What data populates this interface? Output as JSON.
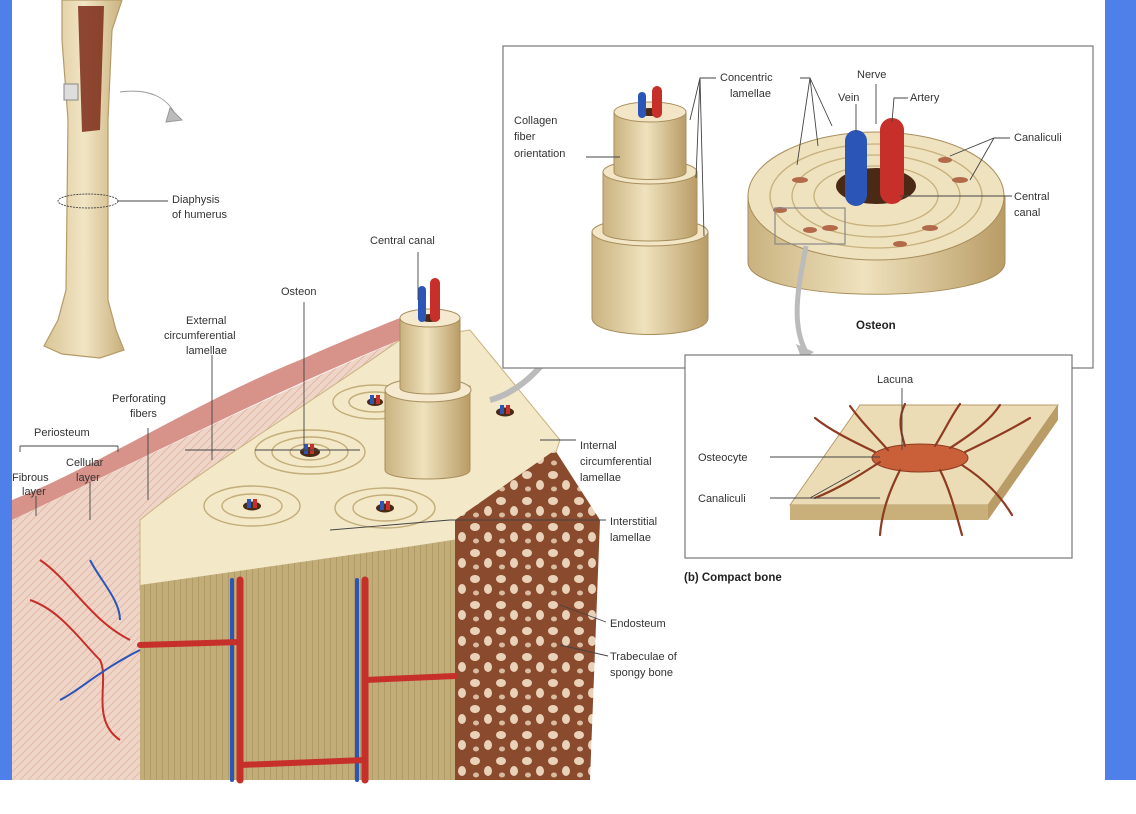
{
  "colors": {
    "frame_blue": "#4f7fe8",
    "bone": "#e7d7ae",
    "bone_dark": "#b89a63",
    "spongy": "#8a4a2e",
    "artery": "#c62f2a",
    "vein": "#2c55b8",
    "periosteum": "#d7928a"
  },
  "labels": {
    "diaphysis": [
      "Diaphysis",
      "of humerus"
    ],
    "central_canal_main": "Central canal",
    "osteon_main": "Osteon",
    "external_circ": [
      "External",
      "circumferential",
      "lamellae"
    ],
    "perforating": [
      "Perforating",
      "fibers"
    ],
    "periosteum": "Periosteum",
    "fibrous": [
      "Fibrous",
      "layer"
    ],
    "cellular": [
      "Cellular",
      "layer"
    ],
    "internal_circ": [
      "Internal",
      "circumferential",
      "lamellae"
    ],
    "interstitial": [
      "Interstitial",
      "lamellae"
    ],
    "endosteum": "Endosteum",
    "trabeculae": [
      "Trabeculae of",
      "spongy bone"
    ],
    "collagen": [
      "Collagen",
      "fiber",
      "orientation"
    ],
    "concentric": [
      "Concentric",
      "lamellae"
    ],
    "nerve": "Nerve",
    "vein": "Vein",
    "artery": "Artery",
    "canaliculi_top": "Canaliculi",
    "central_canal_inset": [
      "Central",
      "canal"
    ],
    "osteon_inset": "Osteon",
    "lacuna": "Lacuna",
    "osteocyte": "Osteocyte",
    "canaliculi_lower": "Canaliculi",
    "caption": "(b) Compact bone"
  }
}
